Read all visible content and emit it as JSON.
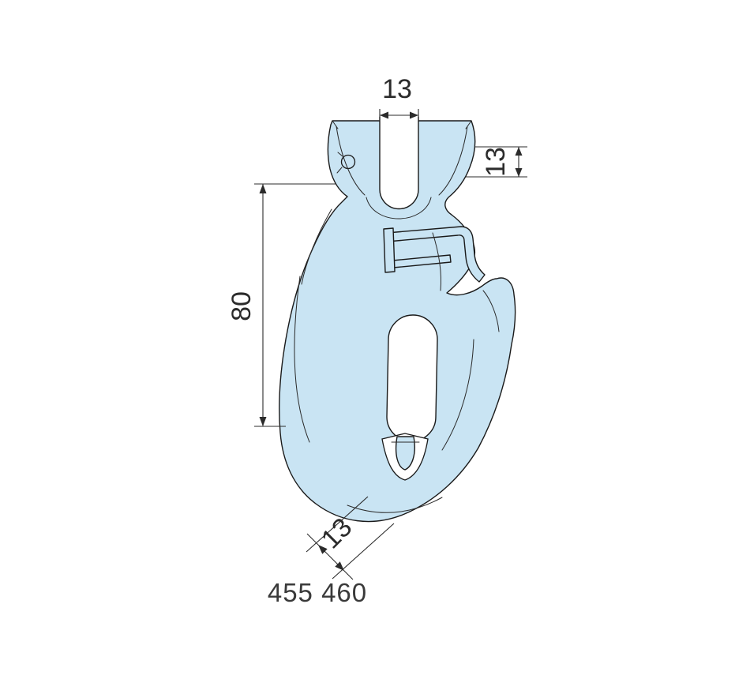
{
  "colors": {
    "body_fill": "#c9e4f3",
    "outline": "#1a1a1a",
    "dimension": "#2b2b2b"
  },
  "dimensions": {
    "top_width": "13",
    "right_height": "13",
    "left_height": "80",
    "bottom_thickness": "13"
  },
  "part_number": "455 460"
}
